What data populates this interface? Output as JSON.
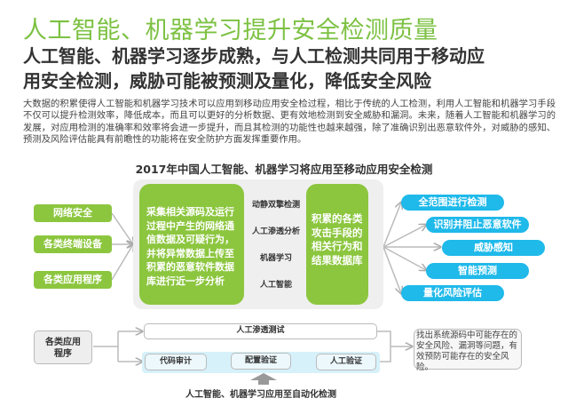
{
  "title": "人工智能、机器学习提升安全检测质量",
  "subtitle_lines": [
    "人工智能、机器学习逐步成熟，与人工检测共同用于移动应",
    "用安全检测，威胁可能被预测及量化，降低安全风险"
  ],
  "paragraph": "大数据的积累使得人工智能和机器学习技术可以应用到移动应用安全检过程，相比于传统的人工检测，利用人工智能和机器学习手段不仅可以提升检测效率，降低成本，而且可以更好的分析数据、更有效地检测到安全威胁和漏洞。未来，随着人工智能和机器学习的发展，对应用检测的准确率和效率将会进一步提升，而且其检测的功能性也越来越强，除了准确识别出恶意软件外，对威胁的感知、预测及风险评估能具有前瞻性的功能将在安全防护方面发挥重要作用。",
  "diagram_title": "2017年中国人工智能、机器学习将应用至移动应用安全检测",
  "inputs": [
    "网络安全",
    "各类终端设备",
    "各类应用程序"
  ],
  "left_process": "采集相关源码及运行过程中产生的网络通信数据及可疑行为，并将异常数据上传至积累的恶意软件数据库进行近一步分析",
  "methods": [
    "动静双擎检测",
    "人工渗透分析",
    "机器学习",
    "人工智能"
  ],
  "right_db": "积累的各类攻击手段的相关行为和结果数据库",
  "outputs": [
    "全范围进行检测",
    "识别并阻止恶意软件",
    "威胁感知",
    "智能预测",
    "量化风险评估"
  ],
  "flow": {
    "source": "各类应用程序",
    "manual": "人工渗透测试",
    "steps": [
      "代码审计",
      "配置验证",
      "人工验证"
    ],
    "result": "找出系统源码中可能存在的安全风险、漏洞等问题，有效预防可能存在的安全风险。",
    "caption": "人工智能、机器学习应用至自动化检测"
  },
  "colors": {
    "green": "#8cc63f",
    "blue": "#1fb9ea",
    "title_green": "#7cc142"
  }
}
